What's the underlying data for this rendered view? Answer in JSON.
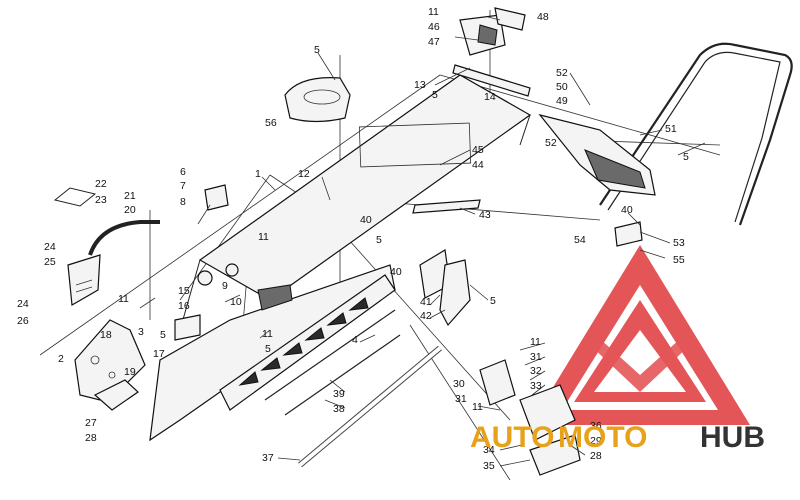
{
  "diagram": {
    "colors": {
      "line": "#222222",
      "watermark_red": "#e0383b",
      "watermark_gold": "#e8a21a",
      "watermark_dark": "#333333"
    },
    "labels": [
      {
        "id": "l1",
        "text": "1"
      },
      {
        "id": "l2",
        "text": "2"
      },
      {
        "id": "l3",
        "text": "3"
      },
      {
        "id": "l4",
        "text": "4"
      },
      {
        "id": "l5a",
        "text": "5"
      },
      {
        "id": "l5b",
        "text": "5"
      },
      {
        "id": "l5c",
        "text": "5"
      },
      {
        "id": "l5d",
        "text": "5"
      },
      {
        "id": "l5e",
        "text": "5"
      },
      {
        "id": "l5f",
        "text": "5"
      },
      {
        "id": "l5g",
        "text": "5"
      },
      {
        "id": "l6",
        "text": "6"
      },
      {
        "id": "l7",
        "text": "7"
      },
      {
        "id": "l8",
        "text": "8"
      },
      {
        "id": "l9",
        "text": "9"
      },
      {
        "id": "l10",
        "text": "10"
      },
      {
        "id": "l11a",
        "text": "11"
      },
      {
        "id": "l11b",
        "text": "11"
      },
      {
        "id": "l11c",
        "text": "11"
      },
      {
        "id": "l11d",
        "text": "11"
      },
      {
        "id": "l11e",
        "text": "11"
      },
      {
        "id": "l11f",
        "text": "11"
      },
      {
        "id": "l12",
        "text": "12"
      },
      {
        "id": "l13",
        "text": "13"
      },
      {
        "id": "l14",
        "text": "14"
      },
      {
        "id": "l15",
        "text": "15"
      },
      {
        "id": "l16",
        "text": "16"
      },
      {
        "id": "l17",
        "text": "17"
      },
      {
        "id": "l18",
        "text": "18"
      },
      {
        "id": "l19",
        "text": "19"
      },
      {
        "id": "l20",
        "text": "20"
      },
      {
        "id": "l21",
        "text": "21"
      },
      {
        "id": "l22",
        "text": "22"
      },
      {
        "id": "l23",
        "text": "23"
      },
      {
        "id": "l24a",
        "text": "24"
      },
      {
        "id": "l24b",
        "text": "24"
      },
      {
        "id": "l25",
        "text": "25"
      },
      {
        "id": "l26",
        "text": "26"
      },
      {
        "id": "l27",
        "text": "27"
      },
      {
        "id": "l28a",
        "text": "28"
      },
      {
        "id": "l28b",
        "text": "28"
      },
      {
        "id": "l29",
        "text": "29"
      },
      {
        "id": "l30",
        "text": "30"
      },
      {
        "id": "l31a",
        "text": "31"
      },
      {
        "id": "l31b",
        "text": "31"
      },
      {
        "id": "l32",
        "text": "32"
      },
      {
        "id": "l33",
        "text": "33"
      },
      {
        "id": "l34",
        "text": "34"
      },
      {
        "id": "l35",
        "text": "35"
      },
      {
        "id": "l36",
        "text": "36"
      },
      {
        "id": "l37",
        "text": "37"
      },
      {
        "id": "l38",
        "text": "38"
      },
      {
        "id": "l39",
        "text": "39"
      },
      {
        "id": "l40a",
        "text": "40"
      },
      {
        "id": "l40b",
        "text": "40"
      },
      {
        "id": "l40c",
        "text": "40"
      },
      {
        "id": "l41",
        "text": "41"
      },
      {
        "id": "l42",
        "text": "42"
      },
      {
        "id": "l43",
        "text": "43"
      },
      {
        "id": "l44",
        "text": "44"
      },
      {
        "id": "l45",
        "text": "45"
      },
      {
        "id": "l46",
        "text": "46"
      },
      {
        "id": "l47",
        "text": "47"
      },
      {
        "id": "l48",
        "text": "48"
      },
      {
        "id": "l49",
        "text": "49"
      },
      {
        "id": "l50",
        "text": "50"
      },
      {
        "id": "l51",
        "text": "51"
      },
      {
        "id": "l52a",
        "text": "52"
      },
      {
        "id": "l52b",
        "text": "52"
      },
      {
        "id": "l53",
        "text": "53"
      },
      {
        "id": "l54",
        "text": "54"
      },
      {
        "id": "l55",
        "text": "55"
      },
      {
        "id": "l56",
        "text": "56"
      }
    ]
  },
  "watermark": {
    "part1": "AUTO",
    "part2": "MOTO",
    "part3": "HUB"
  }
}
